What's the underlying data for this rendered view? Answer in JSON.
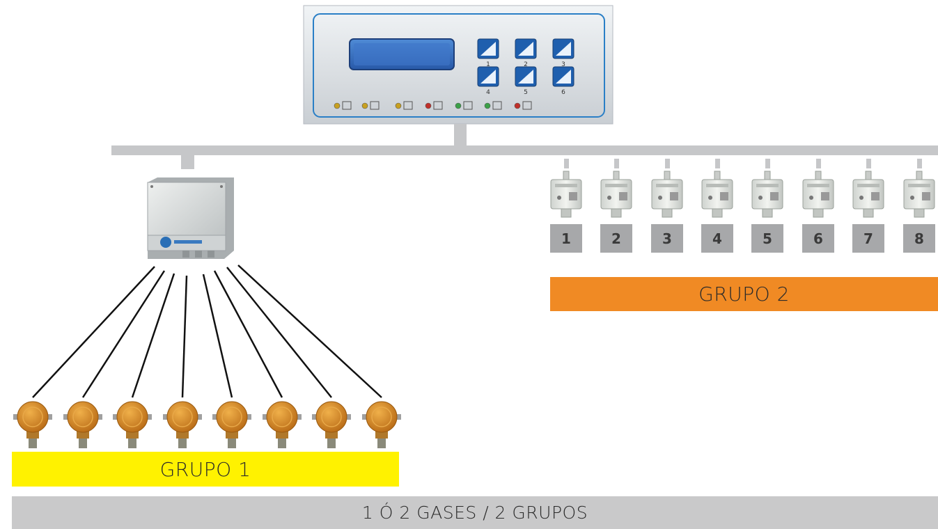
{
  "controller": {
    "button_numbers": [
      "1",
      "2",
      "3",
      "4",
      "5",
      "6"
    ],
    "led_colors": [
      "#c8a020",
      "#c8a020",
      "#c8a020",
      "#c0302a",
      "#3ba048",
      "#3ba048",
      "#c0302a"
    ]
  },
  "group1": {
    "label": "GRUPO 1",
    "color": "#fff200",
    "sensor_count": 8
  },
  "group2": {
    "label": "GRUPO 2",
    "color": "#f08a24",
    "sensors": [
      "1",
      "2",
      "3",
      "4",
      "5",
      "6",
      "7",
      "8"
    ]
  },
  "footer": {
    "label": "1 Ó 2 GASES / 2 GRUPOS",
    "color": "#c9c9ca"
  },
  "colors": {
    "bus": "#c6c7c9",
    "sensor_body": "#d98f2a",
    "detector_body": "#dfe3df",
    "panel_blue": "#2a7fc6",
    "lcd_blue": "#2d63b8"
  }
}
